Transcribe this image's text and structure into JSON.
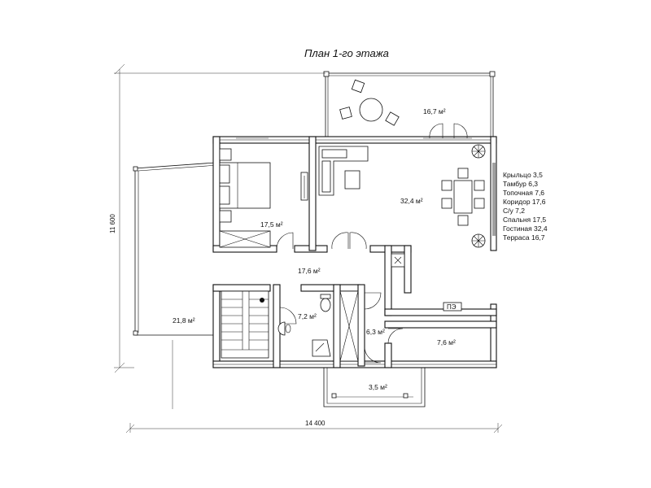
{
  "title": "План 1-го этажа",
  "rooms": {
    "terrace_top": "16,7 м²",
    "living": "32,4 м²",
    "bedroom": "17,5 м²",
    "corridor": "17,6 м²",
    "wc": "7,2 м²",
    "vestibule": "6,3 м²",
    "boiler": "7,6 м²",
    "porch": "3,5 м²",
    "terrace_left": "21,8 м²"
  },
  "dimensions": {
    "height": "11 600",
    "width": "14 400"
  },
  "legend": [
    "Крыльцо 3,5",
    "Тамбур 6,3",
    "Топочная 7,6",
    "Коридор 17,6",
    "С/у 7,2",
    "Спальня 17,5",
    "Гостиная 32,4",
    "Терраса 16,7"
  ],
  "fixtures": {
    "stove_label": "ПЭ"
  }
}
